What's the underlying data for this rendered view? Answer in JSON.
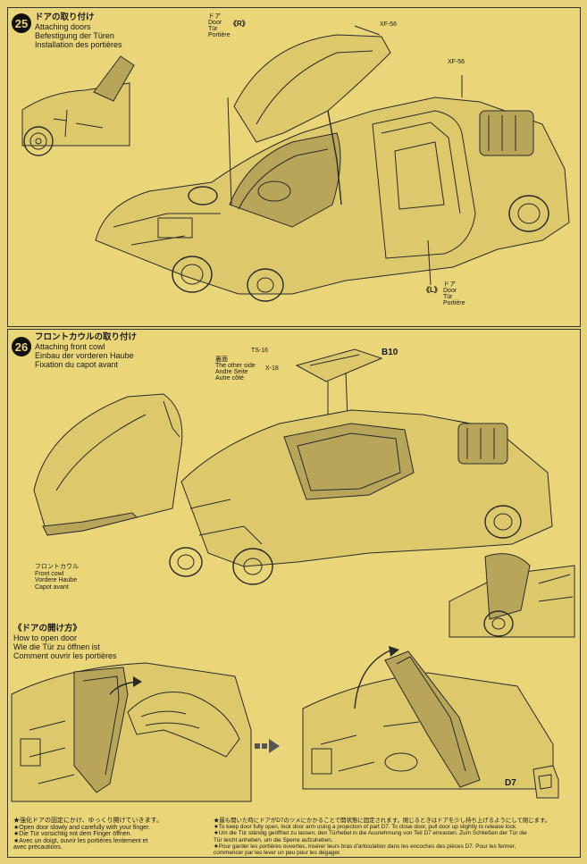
{
  "step25": {
    "number": "25",
    "title_jp": "ドアの取り付け",
    "title_en": "Attaching doors",
    "title_de": "Befestigung der Türen",
    "title_fr": "Installation des portières",
    "label_r": "《R》",
    "label_r_lines": [
      "ドア",
      "Door",
      "Tür",
      "Portière"
    ],
    "label_l": "《L》",
    "label_l_lines": [
      "ドア",
      "Door",
      "Tür",
      "Portière"
    ],
    "part_xf56_top": "XF-56",
    "part_xf56_right": "XF-56"
  },
  "step26": {
    "number": "26",
    "title_jp": "フロントカウルの取り付け",
    "title_en": "Attaching front cowl",
    "title_de": "Einbau der vorderen Haube",
    "title_fr": "Fixation du capot avant",
    "part_b10": "B10",
    "part_ts16": "TS-16",
    "part_x18": "X-18",
    "other_side_lines": [
      "裏面",
      "The other side",
      "Andre Seite",
      "Autre côté"
    ],
    "front_cowl_lines": [
      "フロントカウル",
      "Front cowl",
      "Vordere Haube",
      "Capot avant"
    ]
  },
  "howto": {
    "title_jp": "《ドアの開け方》",
    "title_en": "How to open door",
    "title_de": "Wie die Tür zu öffnen ist",
    "title_fr": "Comment ouvrir les portières",
    "part_d7": "D7",
    "left_note": [
      "★強化ドアの固定にかけ、ゆっくり開けていきます。",
      "★Open door slowly and carefully with your finger.",
      "★Die Tür vorsichtig mit dem Finger öffnen.",
      "★Avec un doigt, ouvrir les portières lentement et",
      "avec précautions."
    ],
    "right_note": [
      "★最も開いた時にドアがD7のツメにかかることで開状態に固定されます。閉じるときはドアを少し持ち上げるようにして閉じます。",
      "★To keep door fully open, lock door arm using a projection of part D7. To close door, pull door up slightly to release lock.",
      "★Um die Tür ständig geöffnet zu lassen, den Türhebel in die Ausnehmung von Teil D7 einrasten. Zum Schließen der Tür die",
      "Tür leicht anheben, um die Sperre aufzuheben.",
      "★Pour garder les portières ouvertes, insérer leurs bras d'articulation dans les encoches des pièces D7. Pour les fermer,",
      "commencer par les lever un peu pour les dégager."
    ]
  }
}
